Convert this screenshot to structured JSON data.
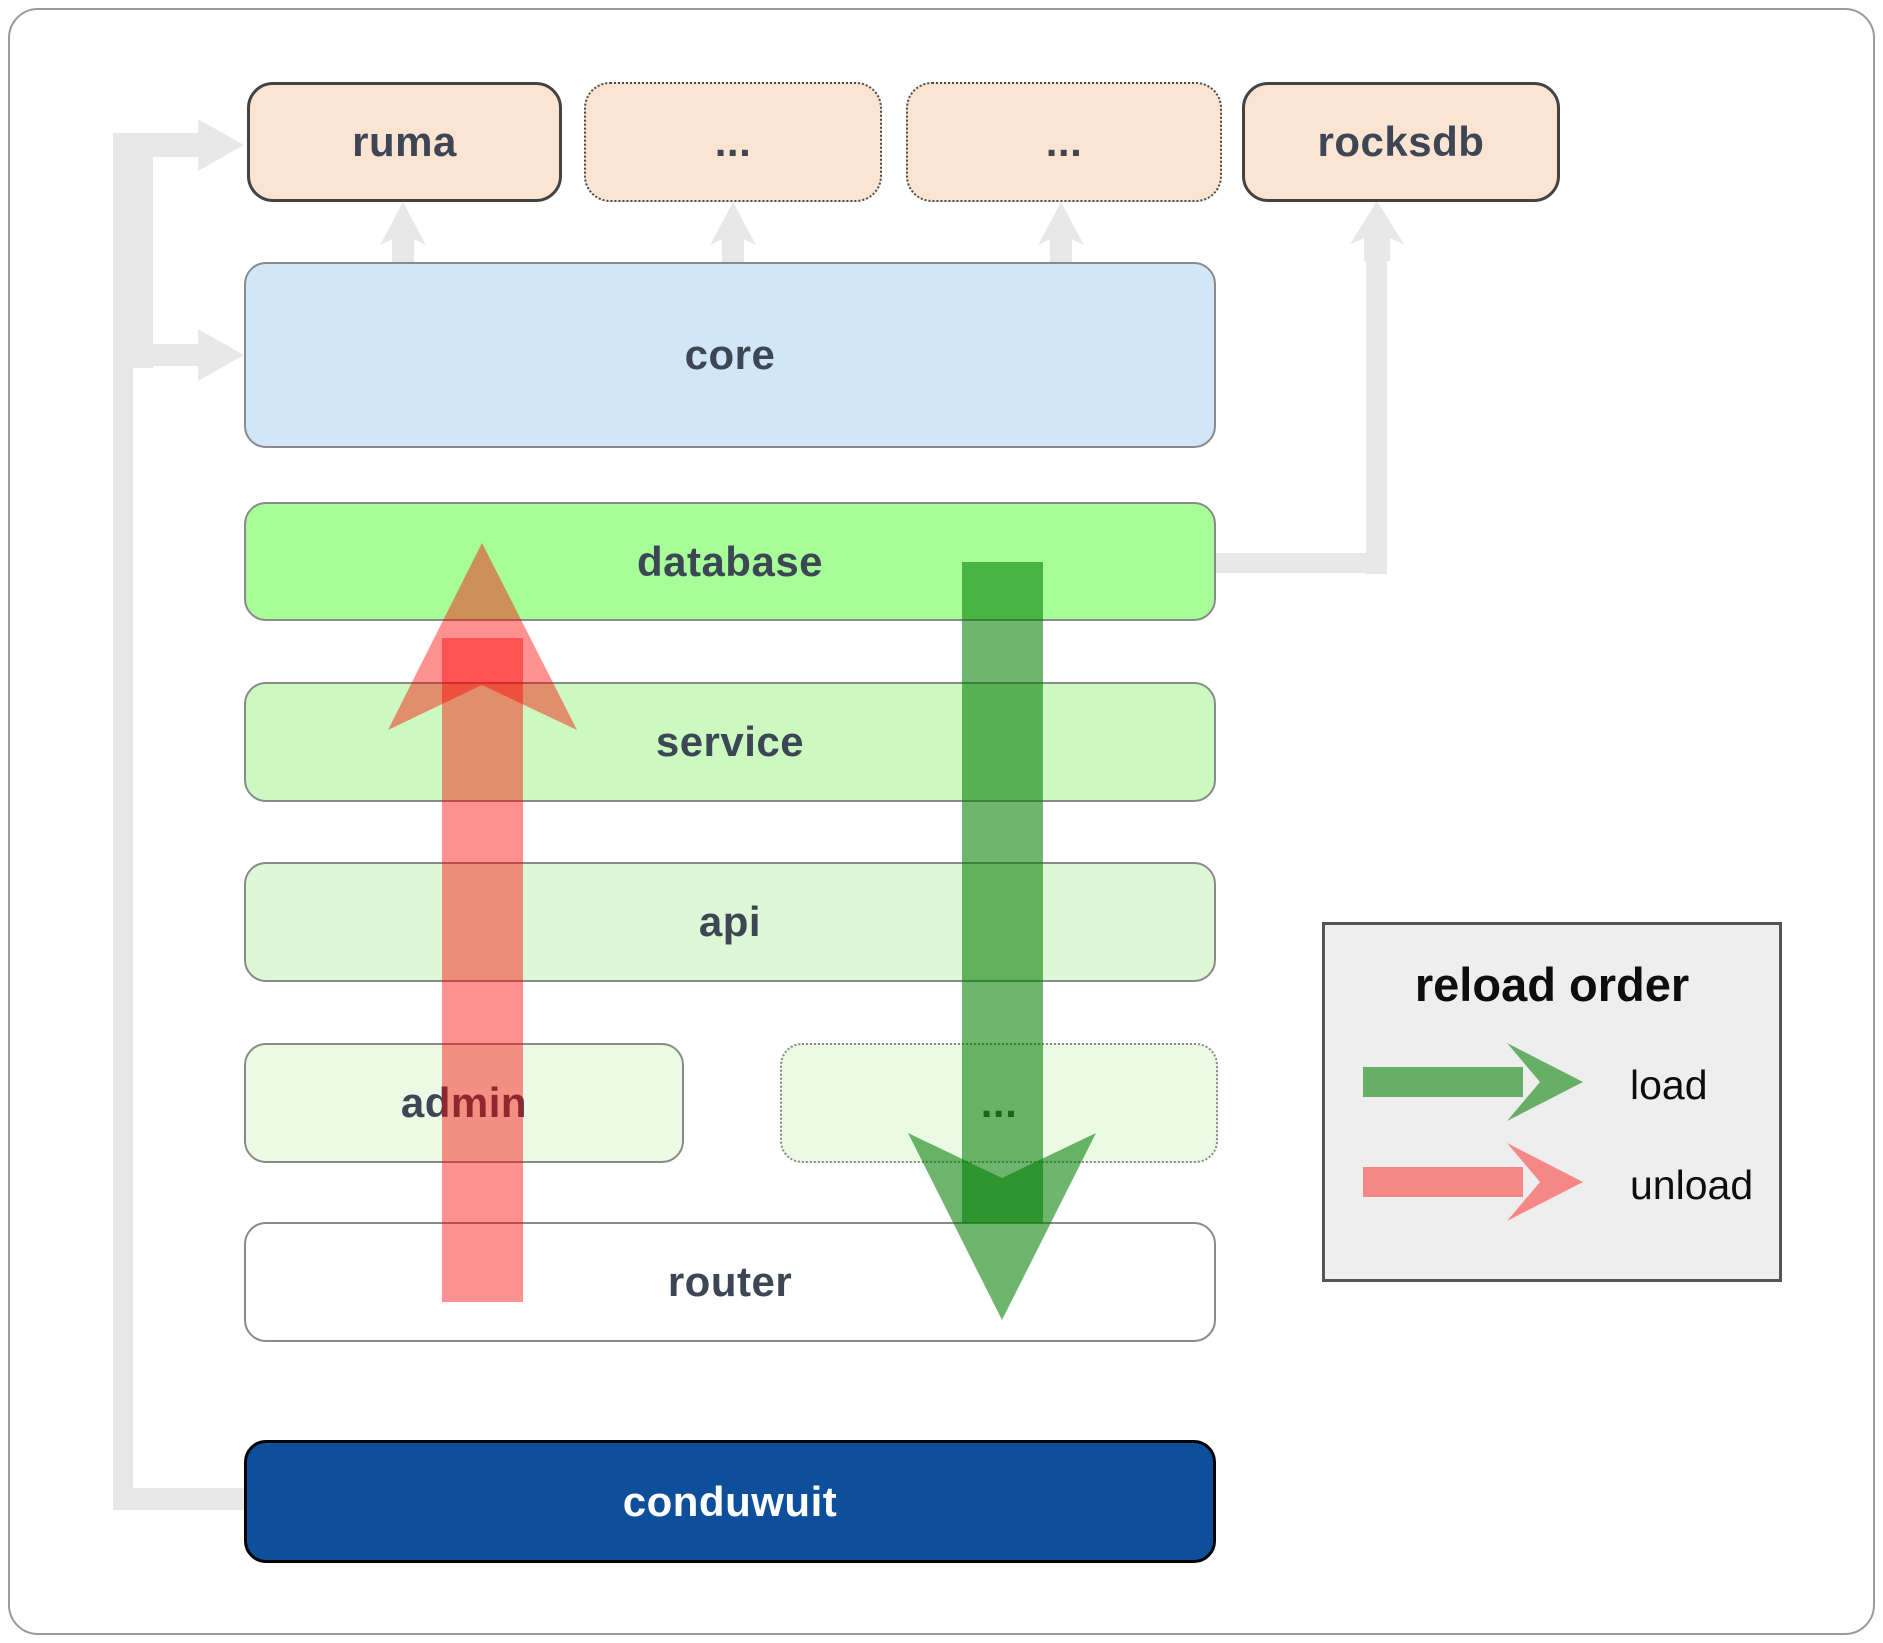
{
  "nodes": {
    "ruma": "ruma",
    "ext_top_1": "...",
    "ext_top_2": "...",
    "rocksdb": "rocksdb",
    "core": "core",
    "database": "database",
    "service": "service",
    "api": "api",
    "admin": "admin",
    "ext_admin": "...",
    "router": "router",
    "conduwuit": "conduwuit"
  },
  "legend": {
    "title": "reload order",
    "items": [
      {
        "label": "load"
      },
      {
        "label": "unload"
      }
    ]
  },
  "colors": {
    "load_arrow": "rgba(0,125,0,0.57)",
    "unload_arrow": "rgba(255,0,0,0.43)",
    "conduwuit_blue": "#0d4f9b",
    "database_green": "#a7fd97",
    "core_blue": "#d2e6f9",
    "external_peach": "#fce4d2",
    "connector_gray": "#e8e8e8",
    "legend_background": "#eeeeee"
  }
}
